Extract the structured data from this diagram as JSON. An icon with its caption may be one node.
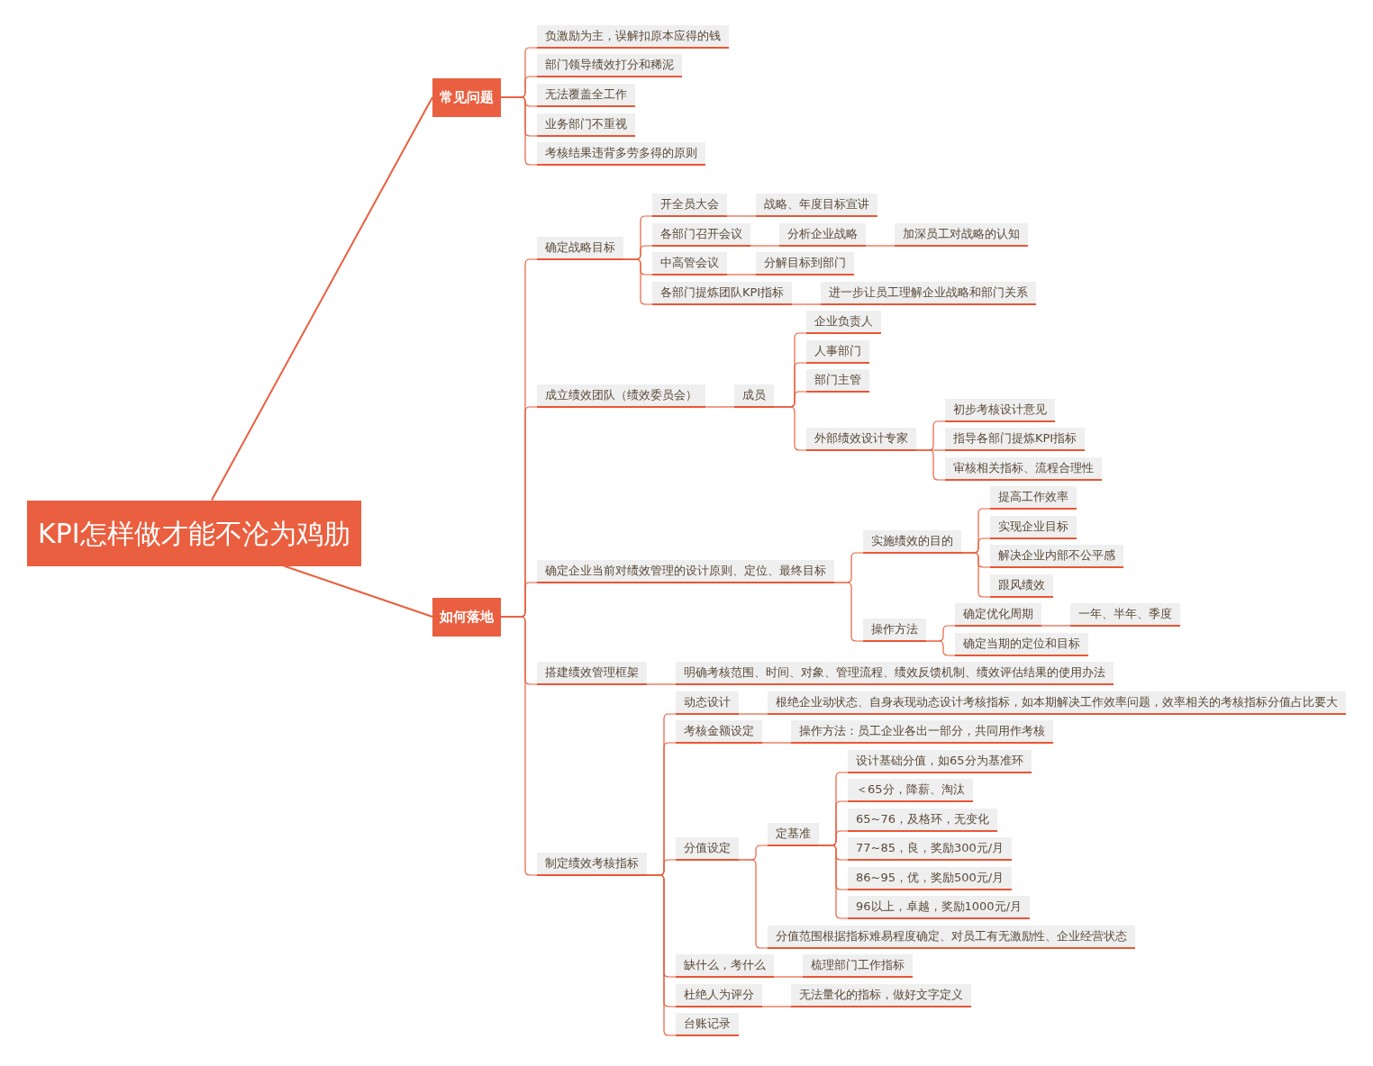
{
  "diagram": {
    "nodes": [
      {
        "text": [
          "KPI怎样做才能不沦为鸡肋"
        ]
      },
      {
        "text": [
          "常见问题"
        ]
      },
      {
        "text": [
          "负激励为主，误解扣原本应得的钱"
        ]
      },
      {
        "text": [
          "部门领导绩效打分和稀泥"
        ]
      },
      {
        "text": [
          "无法覆盖全工作"
        ]
      },
      {
        "text": [
          "业务部门不重视"
        ]
      },
      {
        "text": [
          "考核结果违背多劳多得的原则"
        ]
      },
      {
        "text": [
          "如何落地"
        ]
      },
      {
        "text": [
          "确定战略目标"
        ]
      },
      {
        "text": [
          "开全员大会"
        ]
      },
      {
        "text": [
          "战略、年度目标宣讲"
        ]
      },
      {
        "text": [
          "各部门召开会议"
        ]
      },
      {
        "text": [
          "分析企业战略"
        ]
      },
      {
        "text": [
          "加深员工对战略的认知"
        ]
      },
      {
        "text": [
          "中高管会议"
        ]
      },
      {
        "text": [
          "分解目标到部门"
        ]
      },
      {
        "text": [
          "各部门提炼团队KPI指标"
        ]
      },
      {
        "text": [
          "进一步让员工理解企业战略和部门关系"
        ]
      },
      {
        "text": [
          "成立绩效团队（绩效委员会）"
        ]
      },
      {
        "text": [
          "成员"
        ]
      },
      {
        "text": [
          "企业负责人"
        ]
      },
      {
        "text": [
          "人事部门"
        ]
      },
      {
        "text": [
          "部门主管"
        ]
      },
      {
        "text": [
          "外部绩效设计专家"
        ]
      },
      {
        "text": [
          "初步考核设计意见"
        ]
      },
      {
        "text": [
          "指导各部门提炼KPI指标"
        ]
      },
      {
        "text": [
          "审核相关指标、流程合理性"
        ]
      },
      {
        "text": [
          "确定企业当前对绩效管理的设计原则、定位、最终目标"
        ]
      },
      {
        "text": [
          "实施绩效的目的"
        ]
      },
      {
        "text": [
          "提高工作效率"
        ]
      },
      {
        "text": [
          "实现企业目标"
        ]
      },
      {
        "text": [
          "解决企业内部不公平感"
        ]
      },
      {
        "text": [
          "跟风绩效"
        ]
      },
      {
        "text": [
          "操作方法"
        ]
      },
      {
        "text": [
          "确定优化周期"
        ]
      },
      {
        "text": [
          "一年、半年、季度"
        ]
      },
      {
        "text": [
          "确定当期的定位和目标"
        ]
      },
      {
        "text": [
          "搭建绩效管理框架"
        ]
      },
      {
        "text": [
          "明确考核范围、时间、对象、管理流程、绩效反馈机制、绩效评估结果的使用办法"
        ]
      },
      {
        "text": [
          "制定绩效考核指标"
        ]
      },
      {
        "text": [
          "动态设计"
        ]
      },
      {
        "text": [
          "根绝企业动状态、自身表现动态设计考核指标，如本期解决工作效率问题，效率相关的考核指标分值占比要大"
        ]
      },
      {
        "text": [
          "考核金额设定"
        ]
      },
      {
        "text": [
          "操作方法：员工企业各出一部分，共同用作考核"
        ]
      },
      {
        "text": [
          "分值设定"
        ]
      },
      {
        "text": [
          "定基准"
        ]
      },
      {
        "text": [
          "设计基础分值，如65分为基准环"
        ]
      },
      {
        "text": [
          "＜65分，降薪、淘汰"
        ]
      },
      {
        "text": [
          "65~76，及格环，无变化"
        ]
      },
      {
        "text": [
          "77~85，良，奖励300元/月"
        ]
      },
      {
        "text": [
          "86~95，优，奖励500元/月"
        ]
      },
      {
        "text": [
          "96以上，卓越，奖励1000元/月"
        ]
      },
      {
        "text": [
          "分值范围根据指标难易程度确定、对员工有无激励性、企业经营状态"
        ]
      },
      {
        "text": [
          "缺什么，考什么"
        ]
      },
      {
        "text": [
          "梳理部门工作指标"
        ]
      },
      {
        "text": [
          "杜绝人为评分"
        ]
      },
      {
        "text": [
          "无法量化的指标，做好文字定义"
        ]
      },
      {
        "text": [
          "台账记录"
        ]
      }
    ],
    "edges": [
      {
        "from": 0,
        "to": 1,
        "arrow": "none"
      },
      {
        "from": 1,
        "to": 2,
        "arrow": "none"
      },
      {
        "from": 1,
        "to": 3,
        "arrow": "none"
      },
      {
        "from": 1,
        "to": 4,
        "arrow": "none"
      },
      {
        "from": 1,
        "to": 5,
        "arrow": "none"
      },
      {
        "from": 1,
        "to": 6,
        "arrow": "none"
      },
      {
        "from": 0,
        "to": 7,
        "arrow": "none"
      },
      {
        "from": 7,
        "to": 8,
        "arrow": "none"
      },
      {
        "from": 8,
        "to": 9,
        "arrow": "none"
      },
      {
        "from": 9,
        "to": 10,
        "arrow": "none"
      },
      {
        "from": 8,
        "to": 11,
        "arrow": "none"
      },
      {
        "from": 11,
        "to": 12,
        "arrow": "none"
      },
      {
        "from": 12,
        "to": 13,
        "arrow": "none"
      },
      {
        "from": 8,
        "to": 14,
        "arrow": "none"
      },
      {
        "from": 14,
        "to": 15,
        "arrow": "none"
      },
      {
        "from": 8,
        "to": 16,
        "arrow": "none"
      },
      {
        "from": 16,
        "to": 17,
        "arrow": "none"
      },
      {
        "from": 7,
        "to": 18,
        "arrow": "none"
      },
      {
        "from": 18,
        "to": 19,
        "arrow": "none"
      },
      {
        "from": 19,
        "to": 20,
        "arrow": "none"
      },
      {
        "from": 19,
        "to": 21,
        "arrow": "none"
      },
      {
        "from": 19,
        "to": 22,
        "arrow": "none"
      },
      {
        "from": 19,
        "to": 23,
        "arrow": "none"
      },
      {
        "from": 23,
        "to": 24,
        "arrow": "none"
      },
      {
        "from": 23,
        "to": 25,
        "arrow": "none"
      },
      {
        "from": 23,
        "to": 26,
        "arrow": "none"
      },
      {
        "from": 7,
        "to": 27,
        "arrow": "none"
      },
      {
        "from": 27,
        "to": 28,
        "arrow": "none"
      },
      {
        "from": 28,
        "to": 29,
        "arrow": "none"
      },
      {
        "from": 28,
        "to": 30,
        "arrow": "none"
      },
      {
        "from": 28,
        "to": 31,
        "arrow": "none"
      },
      {
        "from": 28,
        "to": 32,
        "arrow": "none"
      },
      {
        "from": 27,
        "to": 33,
        "arrow": "none"
      },
      {
        "from": 33,
        "to": 34,
        "arrow": "none"
      },
      {
        "from": 34,
        "to": 35,
        "arrow": "none"
      },
      {
        "from": 33,
        "to": 36,
        "arrow": "none"
      },
      {
        "from": 7,
        "to": 37,
        "arrow": "none"
      },
      {
        "from": 37,
        "to": 38,
        "arrow": "none"
      },
      {
        "from": 7,
        "to": 39,
        "arrow": "none"
      },
      {
        "from": 39,
        "to": 40,
        "arrow": "none"
      },
      {
        "from": 40,
        "to": 41,
        "arrow": "none"
      },
      {
        "from": 39,
        "to": 42,
        "arrow": "none"
      },
      {
        "from": 42,
        "to": 43,
        "arrow": "none"
      },
      {
        "from": 39,
        "to": 44,
        "arrow": "none"
      },
      {
        "from": 44,
        "to": 45,
        "arrow": "none"
      },
      {
        "from": 45,
        "to": 46,
        "arrow": "none"
      },
      {
        "from": 45,
        "to": 47,
        "arrow": "none"
      },
      {
        "from": 45,
        "to": 48,
        "arrow": "none"
      },
      {
        "from": 45,
        "to": 49,
        "arrow": "none"
      },
      {
        "from": 45,
        "to": 50,
        "arrow": "none"
      },
      {
        "from": 45,
        "to": 51,
        "arrow": "none"
      },
      {
        "from": 44,
        "to": 52,
        "arrow": "none"
      },
      {
        "from": 39,
        "to": 53,
        "arrow": "none"
      },
      {
        "from": 53,
        "to": 54,
        "arrow": "none"
      },
      {
        "from": 39,
        "to": 55,
        "arrow": "none"
      },
      {
        "from": 55,
        "to": 56,
        "arrow": "none"
      },
      {
        "from": 39,
        "to": 57,
        "arrow": "none"
      }
    ]
  }
}
